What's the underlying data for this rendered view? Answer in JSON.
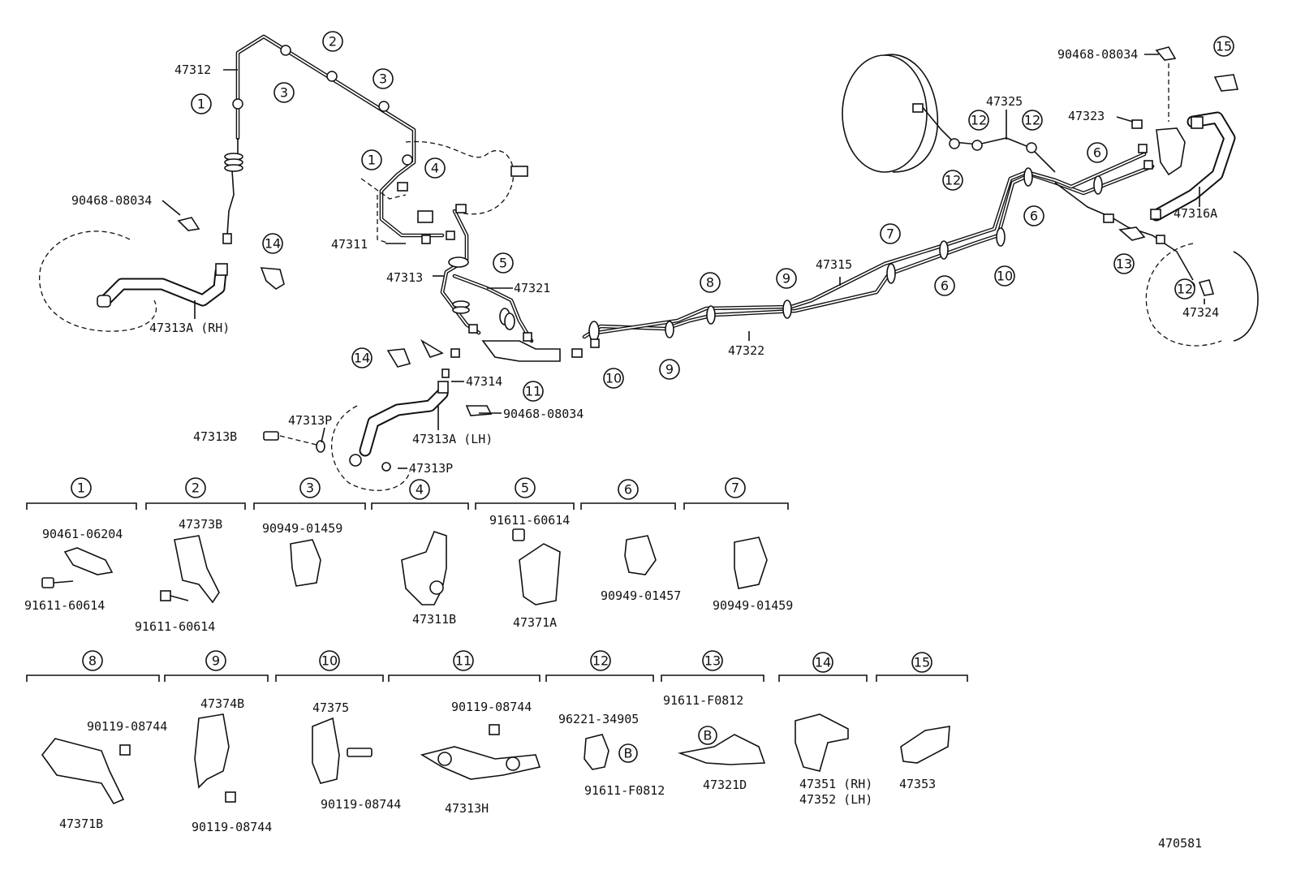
{
  "diagram_number": "470581",
  "callout_numbers": [
    "1",
    "2",
    "3",
    "4",
    "5",
    "6",
    "7",
    "8",
    "9",
    "10",
    "11",
    "12",
    "13",
    "14",
    "15"
  ],
  "part_labels": {
    "p47312": "47312",
    "p90468_a": "90468-08034",
    "p47313A_RH": "47313A (RH)",
    "p47311": "47311",
    "p47313": "47313",
    "p47321": "47321",
    "p47314": "47314",
    "p90468_b": "90468-08034",
    "p47313P_a": "47313P",
    "p47313B": "47313B",
    "p47313A_LH": "47313A (LH)",
    "p47313P_b": "47313P",
    "p47322": "47322",
    "p47315": "47315",
    "p47325": "47325",
    "p90468_c": "90468-08034",
    "p47323": "47323",
    "p47316A": "47316A",
    "p47324": "47324"
  },
  "legend_groups": [
    {
      "number": "1",
      "parts": [
        "90461-06204",
        "91611-60614"
      ]
    },
    {
      "number": "2",
      "parts": [
        "47373B",
        "91611-60614"
      ]
    },
    {
      "number": "3",
      "parts": [
        "90949-01459"
      ]
    },
    {
      "number": "4",
      "parts": [
        "47311B"
      ]
    },
    {
      "number": "5",
      "parts": [
        "91611-60614",
        "47371A"
      ]
    },
    {
      "number": "6",
      "parts": [
        "90949-01457"
      ]
    },
    {
      "number": "7",
      "parts": [
        "90949-01459"
      ]
    },
    {
      "number": "8",
      "parts": [
        "90119-08744",
        "47371B"
      ]
    },
    {
      "number": "9",
      "parts": [
        "47374B",
        "90119-08744"
      ]
    },
    {
      "number": "10",
      "parts": [
        "47375",
        "90119-08744"
      ]
    },
    {
      "number": "11",
      "parts": [
        "90119-08744",
        "47313H"
      ]
    },
    {
      "number": "12",
      "parts": [
        "96221-34905",
        "91611-F0812"
      ],
      "marker": "B"
    },
    {
      "number": "13",
      "parts": [
        "91611-F0812",
        "47321D"
      ],
      "marker": "B"
    },
    {
      "number": "14",
      "parts": [
        "47351 (RH)",
        "47352 (LH)"
      ]
    },
    {
      "number": "15",
      "parts": [
        "47353"
      ]
    }
  ]
}
